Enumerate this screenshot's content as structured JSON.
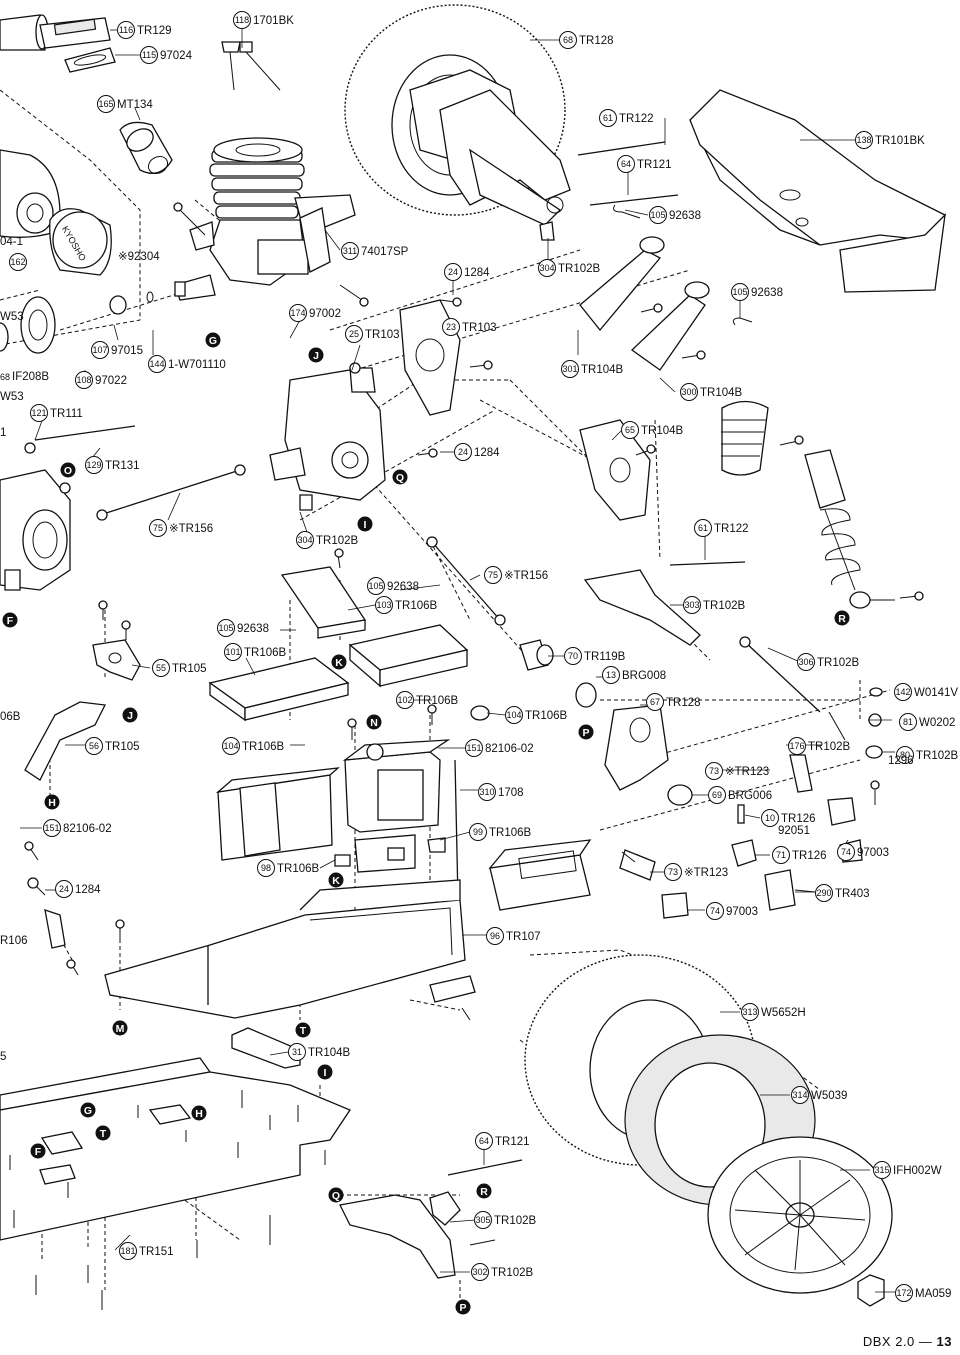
{
  "footer": {
    "model": "DBX 2.0",
    "separator": "—",
    "page_number": "13"
  },
  "callouts": [
    {
      "id": "c-116",
      "num": "116",
      "label": "TR129"
    },
    {
      "id": "c-115",
      "num": "115",
      "label": "97024"
    },
    {
      "id": "c-118",
      "num": "118",
      "label": "1701BK"
    },
    {
      "id": "c-68",
      "num": "68",
      "label": "TR128"
    },
    {
      "id": "c-165",
      "num": "165",
      "label": "MT134"
    },
    {
      "id": "c-61a",
      "num": "61",
      "label": "TR122"
    },
    {
      "id": "c-138",
      "num": "138",
      "label": "TR101BK"
    },
    {
      "id": "c-64a",
      "num": "64",
      "label": "TR121"
    },
    {
      "id": "c-105a",
      "num": "105",
      "label": "92638"
    },
    {
      "id": "c-162",
      "num": "162",
      "label": ""
    },
    {
      "id": "c-311",
      "num": "311",
      "label": "74017SP"
    },
    {
      "id": "c-304a",
      "num": "304",
      "label": "TR102B"
    },
    {
      "id": "c-24a",
      "num": "24",
      "label": "1284"
    },
    {
      "id": "c-105b",
      "num": "105",
      "label": "92638"
    },
    {
      "id": "c-174",
      "num": "174",
      "label": "97002"
    },
    {
      "id": "c-23",
      "num": "23",
      "label": "TR103"
    },
    {
      "id": "c-25",
      "num": "25",
      "label": "TR103"
    },
    {
      "id": "c-107",
      "num": "107",
      "label": "97015"
    },
    {
      "id": "c-144",
      "num": "144",
      "label": "1-W701110"
    },
    {
      "id": "c-301",
      "num": "301",
      "label": "TR104B"
    },
    {
      "id": "c-300",
      "num": "300",
      "label": "TR104B"
    },
    {
      "id": "c-108",
      "num": "108",
      "label": "97022"
    },
    {
      "id": "c-121",
      "num": "121",
      "label": "TR111"
    },
    {
      "id": "c-65",
      "num": "65",
      "label": "TR104B"
    },
    {
      "id": "c-24b",
      "num": "24",
      "label": "1284"
    },
    {
      "id": "c-129",
      "num": "129",
      "label": "TR131"
    },
    {
      "id": "c-75a",
      "num": "75",
      "label": "※TR156"
    },
    {
      "id": "c-304b",
      "num": "304",
      "label": "TR102B"
    },
    {
      "id": "c-61b",
      "num": "61",
      "label": "TR122"
    },
    {
      "id": "c-105c",
      "num": "105",
      "label": "92638"
    },
    {
      "id": "c-75b",
      "num": "75",
      "label": "※TR156"
    },
    {
      "id": "c-103",
      "num": "103",
      "label": "TR106B"
    },
    {
      "id": "c-303",
      "num": "303",
      "label": "TR102B"
    },
    {
      "id": "c-105d",
      "num": "105",
      "label": "92638"
    },
    {
      "id": "c-101",
      "num": "101",
      "label": "TR106B"
    },
    {
      "id": "c-55",
      "num": "55",
      "label": "TR105"
    },
    {
      "id": "c-70",
      "num": "70",
      "label": "TR119B"
    },
    {
      "id": "c-306",
      "num": "306",
      "label": "TR102B"
    },
    {
      "id": "c-13",
      "num": "13",
      "label": "BRG008"
    },
    {
      "id": "c-142",
      "num": "142",
      "label": "W0141V"
    },
    {
      "id": "c-102",
      "num": "102",
      "label": "TR106B"
    },
    {
      "id": "c-67",
      "num": "67",
      "label": "TR128"
    },
    {
      "id": "c-104a",
      "num": "104",
      "label": "TR106B"
    },
    {
      "id": "c-81",
      "num": "81",
      "label": "W0202"
    },
    {
      "id": "c-56",
      "num": "56",
      "label": "TR105"
    },
    {
      "id": "c-104b",
      "num": "104",
      "label": "TR106B"
    },
    {
      "id": "c-151a",
      "num": "151",
      "label": "82106-02"
    },
    {
      "id": "c-176",
      "num": "176",
      "label": "TR102B"
    },
    {
      "id": "c-80",
      "num": "80",
      "label": "TR102B"
    },
    {
      "id": "c-73a",
      "num": "73",
      "label": "※TR123"
    },
    {
      "id": "c-310",
      "num": "310",
      "label": "1708"
    },
    {
      "id": "c-69",
      "num": "69",
      "label": "BRG006"
    },
    {
      "id": "c-151b",
      "num": "151",
      "label": "82106-02"
    },
    {
      "id": "c-10",
      "num": "10",
      "label": "TR126"
    },
    {
      "id": "c-99",
      "num": "99",
      "label": "TR106B"
    },
    {
      "id": "c-71",
      "num": "71",
      "label": "TR126"
    },
    {
      "id": "c-74a",
      "num": "74",
      "label": "97003"
    },
    {
      "id": "c-98",
      "num": "98",
      "label": "TR106B"
    },
    {
      "id": "c-73b",
      "num": "73",
      "label": "※TR123"
    },
    {
      "id": "c-24c",
      "num": "24",
      "label": "1284"
    },
    {
      "id": "c-290",
      "num": "290",
      "label": "TR403"
    },
    {
      "id": "c-74b",
      "num": "74",
      "label": "97003"
    },
    {
      "id": "c-96",
      "num": "96",
      "label": "TR107"
    },
    {
      "id": "c-313",
      "num": "313",
      "label": "W5652H"
    },
    {
      "id": "c-31",
      "num": "31",
      "label": "TR104B"
    },
    {
      "id": "c-314",
      "num": "314",
      "label": "W5039"
    },
    {
      "id": "c-64b",
      "num": "64",
      "label": "TR121"
    },
    {
      "id": "c-315",
      "num": "315",
      "label": "IFH002W"
    },
    {
      "id": "c-305",
      "num": "305",
      "label": "TR102B"
    },
    {
      "id": "c-181",
      "num": "181",
      "label": "TR151"
    },
    {
      "id": "c-302",
      "num": "302",
      "label": "TR102B"
    },
    {
      "id": "c-172",
      "num": "172",
      "label": "MA059"
    }
  ],
  "extra_labels": {
    "note_92304": "※92304",
    "sub_1296": "1296",
    "sub_92051": "92051",
    "edge_w53a": "W53",
    "edge_w53b": "W53",
    "edge_if208b": "IF208B",
    "edge_04_1": "04-1",
    "edge_06b": "06B",
    "edge_r106": "R106",
    "edge_1": "1",
    "edge_5": "5",
    "edge_68": "68"
  },
  "markers": [
    {
      "id": "m-g1",
      "letter": "G"
    },
    {
      "id": "m-j1",
      "letter": "J"
    },
    {
      "id": "m-o",
      "letter": "O"
    },
    {
      "id": "m-q1",
      "letter": "Q"
    },
    {
      "id": "m-i1",
      "letter": "I"
    },
    {
      "id": "m-f1",
      "letter": "F"
    },
    {
      "id": "m-r1",
      "letter": "R"
    },
    {
      "id": "m-k1",
      "letter": "K"
    },
    {
      "id": "m-j2",
      "letter": "J"
    },
    {
      "id": "m-n",
      "letter": "N"
    },
    {
      "id": "m-p1",
      "letter": "P"
    },
    {
      "id": "m-h1",
      "letter": "H"
    },
    {
      "id": "m-k2",
      "letter": "K"
    },
    {
      "id": "m-m",
      "letter": "M"
    },
    {
      "id": "m-t1",
      "letter": "T"
    },
    {
      "id": "m-i2",
      "letter": "I"
    },
    {
      "id": "m-g2",
      "letter": "G"
    },
    {
      "id": "m-h2",
      "letter": "H"
    },
    {
      "id": "m-t2",
      "letter": "T"
    },
    {
      "id": "m-f2",
      "letter": "F"
    },
    {
      "id": "m-q2",
      "letter": "Q"
    },
    {
      "id": "m-r2",
      "letter": "R"
    },
    {
      "id": "m-p2",
      "letter": "P"
    }
  ]
}
